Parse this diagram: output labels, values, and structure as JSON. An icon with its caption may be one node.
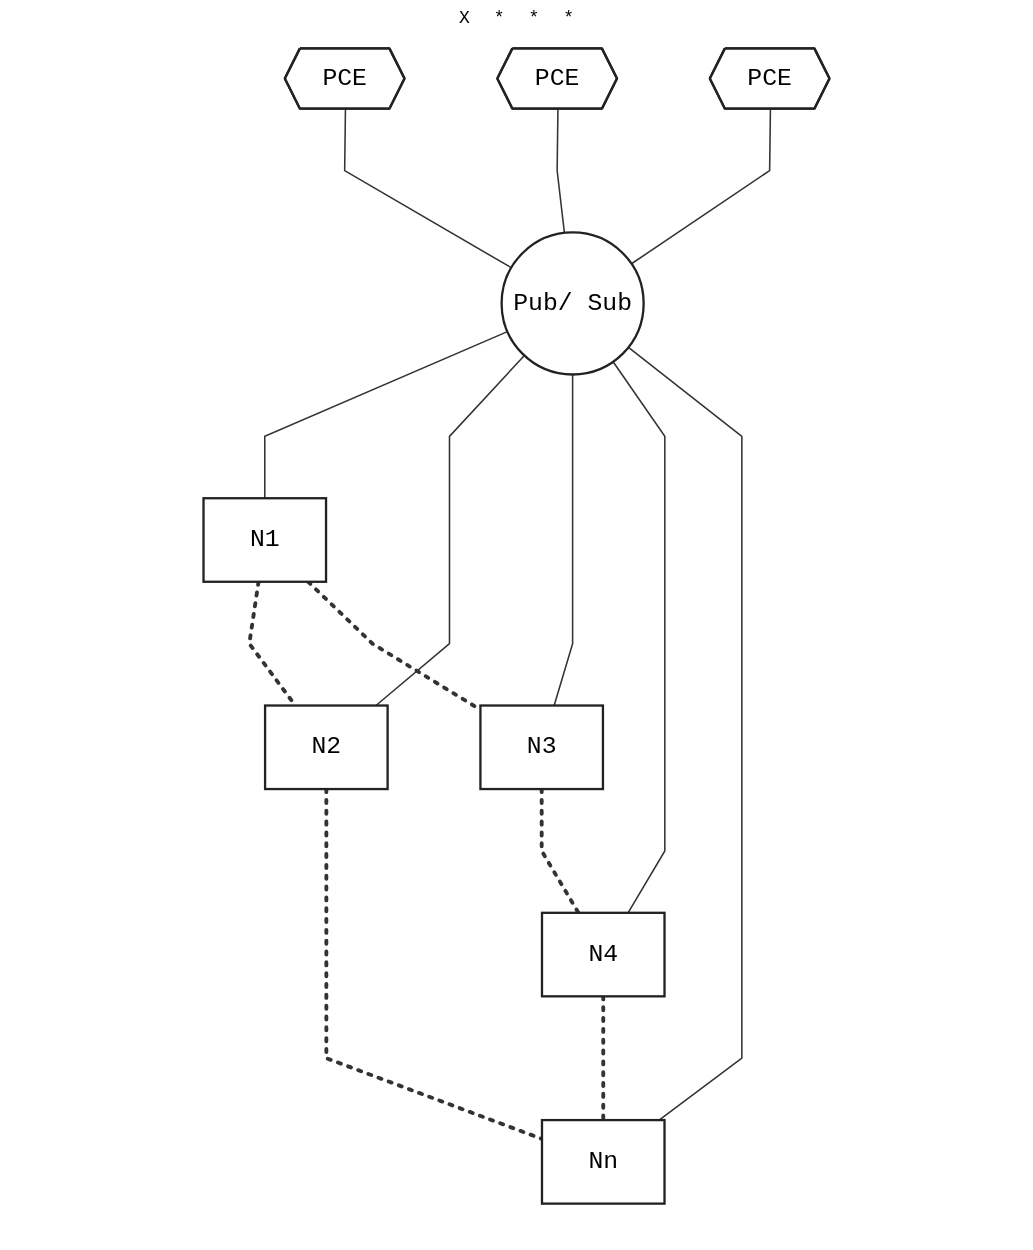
{
  "diagram": {
    "nodes": [
      {
        "text": [
          "PCE"
        ]
      },
      {
        "text": [
          "PCE"
        ]
      },
      {
        "text": [
          "PCE"
        ]
      },
      {
        "text": [
          "Pub/ Sub"
        ]
      },
      {
        "text": [
          "N1"
        ]
      },
      {
        "text": [
          "N2"
        ]
      },
      {
        "text": [
          "N3"
        ]
      },
      {
        "text": [
          "N4"
        ]
      },
      {
        "text": [
          "Nn"
        ]
      }
    ],
    "edges": [
      {
        "from": 0,
        "to": 3,
        "arrow": "none"
      },
      {
        "from": 1,
        "to": 3,
        "arrow": "none"
      },
      {
        "from": 2,
        "to": 3,
        "arrow": "none"
      },
      {
        "from": 3,
        "to": 4,
        "arrow": "none"
      },
      {
        "from": 3,
        "to": 5,
        "arrow": "none"
      },
      {
        "from": 3,
        "to": 6,
        "arrow": "none"
      },
      {
        "from": 3,
        "to": 7,
        "arrow": "none"
      },
      {
        "from": 3,
        "to": 8,
        "arrow": "none"
      },
      {
        "from": 4,
        "to": 5,
        "arrow": "none",
        "style": "dashed"
      },
      {
        "from": 4,
        "to": 6,
        "arrow": "none",
        "style": "dashed"
      },
      {
        "from": 5,
        "to": 8,
        "arrow": "none",
        "style": "dashed"
      },
      {
        "from": 6,
        "to": 7,
        "arrow": "none",
        "style": "dashed"
      },
      {
        "from": 7,
        "to": 8,
        "arrow": "none",
        "style": "dashed"
      }
    ],
    "labels": [
      "X",
      "*",
      "*",
      "*"
    ]
  }
}
